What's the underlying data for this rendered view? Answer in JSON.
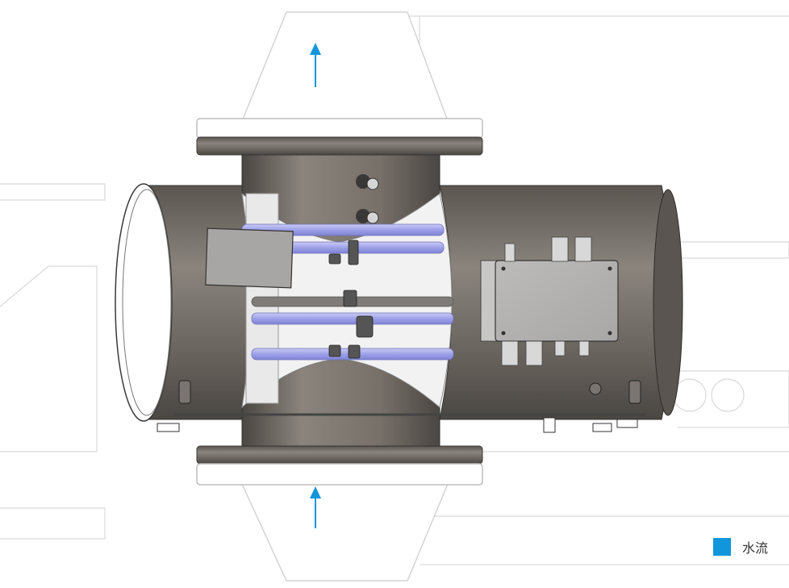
{
  "legend": {
    "items": [
      {
        "label": "水流",
        "color": "#1296db"
      }
    ]
  },
  "colors": {
    "water_flow": "#1296db",
    "housing": "#6c6762",
    "uv_lamp": "#9da0e6",
    "outline": "#cfcfcf"
  },
  "icons": [
    "flow-arrow-up",
    "flow-arrow-up"
  ]
}
